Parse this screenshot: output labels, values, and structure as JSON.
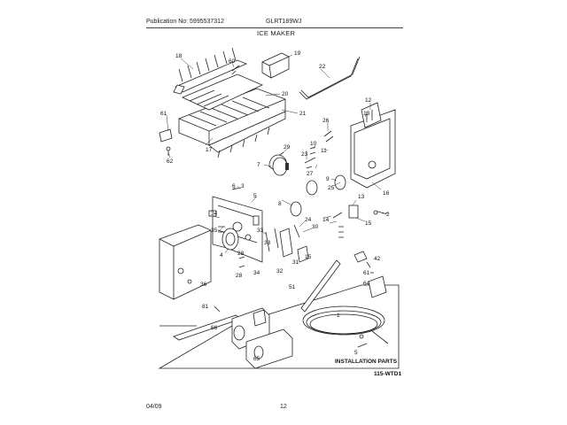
{
  "header": {
    "publication": "Publication No: 5995537312",
    "model": "GLRT189WJ",
    "section_title": "ICE MAKER"
  },
  "callouts": [
    "18",
    "60",
    "19",
    "22",
    "20",
    "21",
    "61",
    "62",
    "17",
    "12",
    "13",
    "26",
    "10",
    "11",
    "29",
    "23",
    "7",
    "27",
    "16",
    "6",
    "3",
    "8",
    "5",
    "9",
    "25",
    "34",
    "35",
    "24",
    "30",
    "33",
    "33",
    "13",
    "2",
    "14",
    "15",
    "4",
    "28",
    "28",
    "36",
    "34",
    "32",
    "31",
    "15",
    "42",
    "51",
    "1",
    "64",
    "81",
    "66",
    "65",
    "5",
    "61"
  ],
  "installation_label": "INSTALLATION PARTS",
  "figure_code": "115-WTD1",
  "footer": {
    "date": "04/09",
    "page": "12"
  }
}
